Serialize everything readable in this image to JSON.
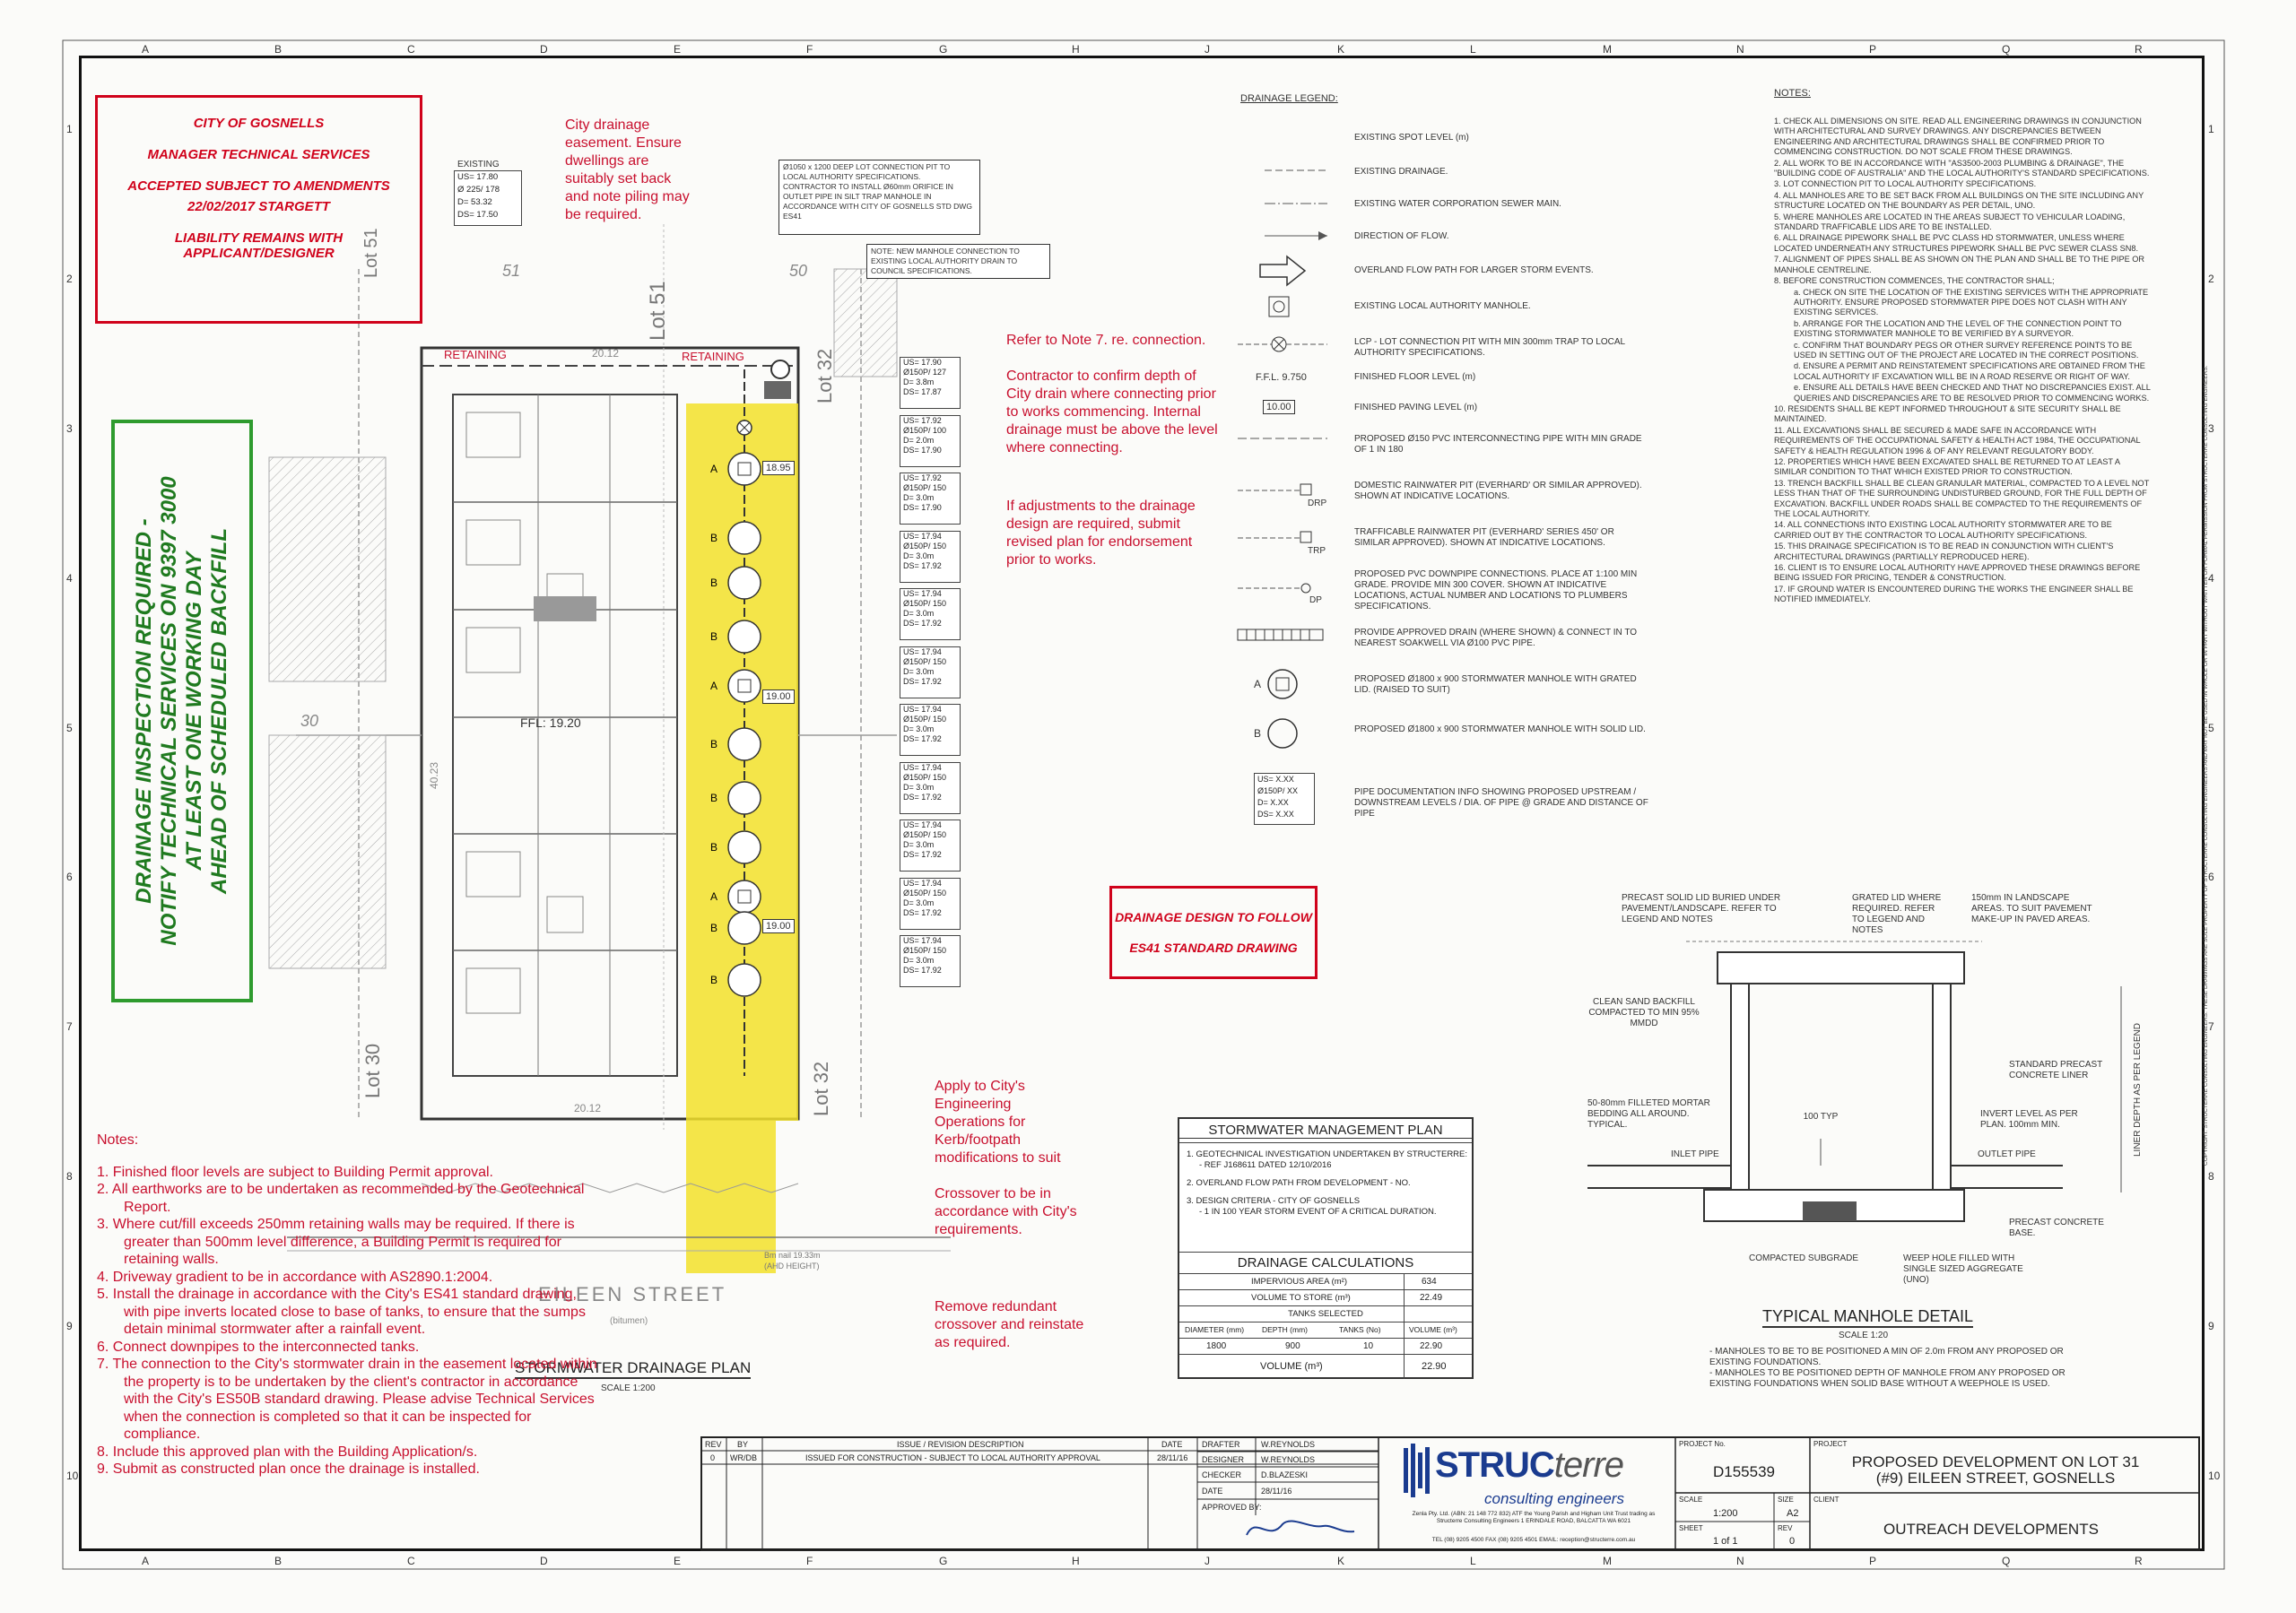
{
  "grid": {
    "cols": [
      "A",
      "B",
      "C",
      "D",
      "E",
      "F",
      "G",
      "H",
      "J",
      "K",
      "L",
      "M",
      "N",
      "P",
      "Q",
      "R"
    ],
    "rows": [
      "1",
      "2",
      "3",
      "4",
      "5",
      "6",
      "7",
      "8",
      "9",
      "10"
    ]
  },
  "approval_stamp": {
    "line1": "CITY OF GOSNELLS",
    "line2": "MANAGER TECHNICAL SERVICES",
    "line3": "ACCEPTED SUBJECT TO AMENDMENTS",
    "line4": "22/02/2017 STARGETT",
    "line5": "LIABILITY REMAINS WITH APPLICANT/DESIGNER"
  },
  "inspection_box": {
    "line1": "DRAINAGE INSPECTION REQUIRED -",
    "line2": "NOTIFY TECHNICAL SERVICES ON 9397 3000",
    "line3": "AT LEAST ONE WORKING DAY",
    "line4": "AHEAD OF SCHEDULED BACKFILL"
  },
  "existing_box": {
    "title": "EXISTING",
    "rows": [
      "US= 17.80",
      "Ø 225/ 178",
      "D= 53.32",
      "DS= 17.50"
    ]
  },
  "easement_note": "City drainage easement. Ensure dwellings are suitably set back and note piling may be required.",
  "lcp_note": "Ø1050 x 1200 DEEP LOT CONNECTION PIT TO LOCAL AUTHORITY SPECIFICATIONS. CONTRACTOR TO INSTALL Ø60mm ORIFICE IN OUTLET PIPE IN SILT TRAP MANHOLE IN ACCORDANCE WITH CITY OF GOSNELLS STD DWG ES41",
  "manhole_note": "NOTE: NEW MANHOLE CONNECTION TO EXISTING LOCAL AUTHORITY DRAIN TO COUNCIL SPECIFICATIONS.",
  "red_notes_right": {
    "n1": "Refer to Note 7. re. connection.",
    "n2": "Contractor to confirm depth of City drain where connecting prior to works commencing. Internal drainage must be above the level where connecting.",
    "n3": "If adjustments to the drainage design are required, submit revised plan for endorsement prior to works.",
    "n4": "Apply to City's Engineering Operations for Kerb/footpath modifications to suit",
    "n5": "Crossover to be in accordance with City's requirements.",
    "n6": "Remove redundant crossover and reinstate as required."
  },
  "plan_labels": {
    "lot51a": "Lot 51",
    "lot51b": "Lot 51",
    "lot32a": "Lot 32",
    "lot32b": "Lot 32",
    "lot30": "Lot 30",
    "n51": "51",
    "n50": "50",
    "n30": "30",
    "retaining1": "RETAINING",
    "retaining2": "RETAINING",
    "ffl": "FFL: 19.20",
    "street": "EILEEN STREET",
    "bitumen": "(bitumen)",
    "dim_top": "20.12",
    "dim_bot": "20.12",
    "dim_side": "40.23",
    "lvl1": "18.95",
    "lvl2": "19.00",
    "lvl3": "19.00",
    "lvl_lbl_a": "A",
    "lvl_lbl_b": "B",
    "bm": "Bm nail 19.33m (AHD HEIGHT)"
  },
  "pipe_boxes": [
    [
      "US= 17.90",
      "Ø150P/ 127",
      "D= 3.8m",
      "DS= 17.87"
    ],
    [
      "US= 17.92",
      "Ø150P/ 100",
      "D= 2.0m",
      "DS= 17.90"
    ],
    [
      "US= 17.92",
      "Ø150P/ 150",
      "D= 3.0m",
      "DS= 17.90"
    ],
    [
      "US= 17.94",
      "Ø150P/ 150",
      "D= 3.0m",
      "DS= 17.92"
    ],
    [
      "US= 17.94",
      "Ø150P/ 150",
      "D= 3.0m",
      "DS= 17.92"
    ],
    [
      "US= 17.94",
      "Ø150P/ 150",
      "D= 3.0m",
      "DS= 17.92"
    ],
    [
      "US= 17.94",
      "Ø150P/ 150",
      "D= 3.0m",
      "DS= 17.92"
    ],
    [
      "US= 17.94",
      "Ø150P/ 150",
      "D= 3.0m",
      "DS= 17.92"
    ],
    [
      "US= 17.94",
      "Ø150P/ 150",
      "D= 3.0m",
      "DS= 17.92"
    ],
    [
      "US= 17.94",
      "Ø150P/ 150",
      "D= 3.0m",
      "DS= 17.92"
    ],
    [
      "US= 17.94",
      "Ø150P/ 150",
      "D= 3.0m",
      "DS= 17.92"
    ]
  ],
  "plan_title": "STORMWATER DRAINAGE PLAN",
  "plan_scale": "SCALE 1:200",
  "bottom_notes": {
    "heading": "Notes:",
    "items": [
      "1.   Finished floor levels are subject to Building Permit approval.",
      "2.   All earthworks are to be undertaken as recommended by the Geotechnical Report.",
      "3.   Where cut/fill exceeds 250mm retaining walls may be required. If there is greater than 500mm level difference, a Building Permit is required for retaining walls.",
      "4.   Driveway gradient to be in accordance with AS2890.1:2004.",
      "5.   Install the drainage in accordance with the City's ES41 standard drawing, with pipe inverts located close to base of tanks, to ensure that the sumps detain minimal stormwater after a rainfall event.",
      "6.   Connect downpipes to the interconnected tanks.",
      "7.   The connection to the City's stormwater drain in the easement located within the property is to be undertaken by the client's contractor in accordance with the City's ES50B standard drawing. Please advise Technical Services when the connection is completed so that it can be inspected for compliance.",
      "8.   Include this approved plan with the Building Application/s.",
      "9.   Submit as constructed plan once the drainage is installed."
    ]
  },
  "legend": {
    "title": "DRAINAGE LEGEND:",
    "items": [
      "EXISTING SPOT LEVEL (m)",
      "EXISTING DRAINAGE.",
      "EXISTING WATER CORPORATION SEWER MAIN.",
      "DIRECTION OF FLOW.",
      "OVERLAND FLOW PATH FOR LARGER STORM EVENTS.",
      "EXISTING LOCAL AUTHORITY MANHOLE.",
      "LCP - LOT CONNECTION PIT WITH MIN 300mm TRAP TO LOCAL AUTHORITY SPECIFICATIONS.",
      "FINISHED FLOOR LEVEL (m)",
      "FINISHED PAVING LEVEL (m)",
      "PROPOSED Ø150 PVC INTERCONNECTING PIPE WITH MIN GRADE OF 1 IN 180",
      "DOMESTIC RAINWATER PIT (EVERHARD' OR SIMILAR APPROVED). SHOWN AT INDICATIVE LOCATIONS.",
      "TRAFFICABLE RAINWATER PIT (EVERHARD' SERIES 450' OR SIMILAR APPROVED). SHOWN AT INDICATIVE LOCATIONS.",
      "PROPOSED PVC DOWNPIPE CONNECTIONS. PLACE AT 1:100 MIN GRADE. PROVIDE MIN 300 COVER. SHOWN AT INDICATIVE LOCATIONS, ACTUAL NUMBER AND LOCATIONS TO PLUMBERS SPECIFICATIONS.",
      "PROVIDE APPROVED DRAIN (WHERE SHOWN) & CONNECT IN TO NEAREST SOAKWELL VIA Ø100 PVC PIPE.",
      "PROPOSED Ø1800 x 900 STORMWATER MANHOLE WITH GRATED LID. (RAISED TO SUIT)",
      "PROPOSED Ø1800 x 900 STORMWATER MANHOLE WITH SOLID LID.",
      "PIPE DOCUMENTATION INFO SHOWING PROPOSED UPSTREAM / DOWNSTREAM LEVELS / DIA. OF PIPE @ GRADE AND DISTANCE OF PIPE"
    ],
    "ffl_sym": "F.F.L. 9.750",
    "fpl_sym": "10.00",
    "drp": "DRP",
    "trp": "TRP",
    "dp": "DP",
    "sym_a": "A",
    "sym_b": "B",
    "pipe_sample": [
      "US= X.XX",
      "Ø150P/ XX",
      "D= X.XX",
      "DS= X.XX"
    ]
  },
  "es41_box": {
    "line1": "DRAINAGE DESIGN TO FOLLOW",
    "line2": "ES41 STANDARD DRAWING"
  },
  "notes_right": {
    "title": "NOTES:",
    "items": [
      "1.   CHECK ALL DIMENSIONS ON SITE. READ ALL ENGINEERING DRAWINGS IN CONJUNCTION WITH ARCHITECTURAL AND SURVEY DRAWINGS. ANY DISCREPANCIES BETWEEN ENGINEERING AND ARCHITECTURAL DRAWINGS SHALL BE CONFIRMED PRIOR TO COMMENCING CONSTRUCTION. DO NOT SCALE FROM THESE DRAWINGS.",
      "2.   ALL WORK TO BE IN ACCORDANCE WITH \"AS3500-2003 PLUMBING & DRAINAGE\", THE \"BUILDING CODE OF AUSTRALIA\" AND THE LOCAL AUTHORITY'S STANDARD SPECIFICATIONS.",
      "3.   LOT CONNECTION PIT TO LOCAL AUTHORITY SPECIFICATIONS.",
      "4.   ALL MANHOLES ARE TO BE SET BACK FROM ALL BUILDINGS ON THE SITE INCLUDING ANY STRUCTURE LOCATED ON THE BOUNDARY AS PER DETAIL, UNO.",
      "5.   WHERE MANHOLES ARE LOCATED IN THE AREAS SUBJECT TO VEHICULAR LOADING, STANDARD TRAFFICABLE LIDS ARE TO BE INSTALLED.",
      "6.   ALL DRAINAGE PIPEWORK SHALL BE PVC CLASS HD STORMWATER, UNLESS WHERE LOCATED UNDERNEATH ANY STRUCTURES PIPEWORK SHALL BE PVC SEWER CLASS SN8.",
      "7.   ALIGNMENT OF PIPES SHALL BE AS SHOWN ON THE PLAN AND SHALL BE TO THE PIPE OR MANHOLE CENTRELINE.",
      "8.   BEFORE CONSTRUCTION COMMENCES, THE CONTRACTOR SHALL;",
      "a.   CHECK ON SITE THE LOCATION OF THE EXISTING SERVICES WITH THE APPROPRIATE AUTHORITY. ENSURE PROPOSED STORMWATER PIPE DOES NOT CLASH WITH ANY EXISTING SERVICES.",
      "b.   ARRANGE FOR THE LOCATION AND THE LEVEL OF THE CONNECTION POINT TO EXISTING STORMWATER MANHOLE TO BE VERIFIED BY A SURVEYOR.",
      "c.   CONFIRM THAT BOUNDARY PEGS OR OTHER SURVEY REFERENCE POINTS TO BE USED IN SETTING OUT OF THE PROJECT ARE LOCATED IN THE CORRECT POSITIONS.",
      "d.   ENSURE A PERMIT AND REINSTATEMENT SPECIFICATIONS ARE OBTAINED FROM THE LOCAL AUTHORITY IF EXCAVATION WILL BE IN A ROAD RESERVE OR RIGHT OF WAY.",
      "e.   ENSURE ALL DETAILS HAVE BEEN CHECKED AND THAT NO DISCREPANCIES EXIST. ALL QUERIES AND DISCREPANCIES ARE TO BE RESOLVED PRIOR TO COMMENCING WORKS.",
      "10.  RESIDENTS SHALL BE KEPT INFORMED THROUGHOUT & SITE SECURITY SHALL BE MAINTAINED.",
      "11.  ALL EXCAVATIONS SHALL BE SECURED & MADE SAFE IN ACCORDANCE WITH REQUIREMENTS OF THE OCCUPATIONAL SAFETY & HEALTH ACT 1984, THE OCCUPATIONAL SAFETY & HEALTH REGULATION 1996 & OF ANY RELEVANT REGULATORY BODY.",
      "12.  PROPERTIES WHICH HAVE BEEN EXCAVATED SHALL BE RETURNED TO AT LEAST A SIMILAR CONDITION TO THAT WHICH EXISTED PRIOR TO CONSTRUCTION.",
      "13.  TRENCH BACKFILL SHALL BE CLEAN GRANULAR MATERIAL, COMPACTED TO A LEVEL NOT LESS THAN THAT OF THE SURROUNDING UNDISTURBED GROUND, FOR THE FULL DEPTH OF EXCAVATION. BACKFILL UNDER ROADS SHALL BE COMPACTED TO THE REQUIREMENTS OF THE LOCAL AUTHORITY.",
      "14.  ALL CONNECTIONS INTO EXISTING LOCAL AUTHORITY STORMWATER ARE TO BE CARRIED OUT BY THE CONTRACTOR TO LOCAL AUTHORITY SPECIFICATIONS.",
      "15.  THIS DRAINAGE SPECIFICATION IS TO BE READ IN CONJUNCTION WITH CLIENT'S ARCHITECTURAL DRAWINGS (PARTIALLY REPRODUCED HERE).",
      "16.  CLIENT IS TO ENSURE LOCAL AUTHORITY HAVE APPROVED THESE DRAWINGS BEFORE BEING ISSUED FOR PRICING, TENDER & CONSTRUCTION.",
      "17.  IF GROUND WATER IS ENCOUNTERED DURING THE WORKS THE ENGINEER SHALL BE NOTIFIED IMMEDIATELY."
    ]
  },
  "manhole_detail": {
    "title": "TYPICAL MANHOLE DETAIL",
    "scale": "SCALE 1:20",
    "labels": {
      "precast_lid": "PRECAST SOLID LID BURIED UNDER PAVEMENT/LANDSCAPE. REFER TO LEGEND AND NOTES",
      "grated_lid": "GRATED LID WHERE REQUIRED. REFER TO LEGEND AND NOTES",
      "landscape": "150mm IN LANDSCAPE AREAS. TO SUIT PAVEMENT MAKE-UP IN PAVED AREAS.",
      "sand": "CLEAN SAND BACKFILL COMPACTED TO MIN 95% MMDD",
      "liner": "STANDARD PRECAST CONCRETE LINER",
      "mortar": "50-80mm FILLETED MORTAR BEDDING ALL AROUND. TYPICAL.",
      "typ": "100 TYP",
      "invert": "INVERT LEVEL AS PER PLAN. 100mm MIN.",
      "inlet": "INLET PIPE",
      "outlet": "OUTLET PIPE",
      "depth": "LINER DEPTH AS PER LEGEND",
      "base": "PRECAST CONCRETE BASE.",
      "subgrade": "COMPACTED SUBGRADE",
      "weep": "WEEP HOLE FILLED WITH SINGLE SIZED AGGREGATE (UNO)"
    },
    "notes": [
      "- MANHOLES TO BE TO BE POSITIONED A MIN OF 2.0m FROM ANY PROPOSED OR EXISTING FOUNDATIONS.",
      "- MANHOLES TO BE POSITIONED DEPTH OF MANHOLE FROM ANY PROPOSED OR EXISTING FOUNDATIONS WHEN SOLID BASE WITHOUT A WEEPHOLE IS USED."
    ]
  },
  "mgmt": {
    "title": "STORMWATER MANAGEMENT PLAN",
    "l1": "1.   GEOTECHNICAL INVESTIGATION UNDERTAKEN BY STRUCTERRE:",
    "l1b": "- REF    J168611        DATED      12/10/2016",
    "l2": "2.   OVERLAND FLOW PATH FROM DEVELOPMENT -   NO.",
    "l3": "3.   DESIGN CRITERIA -    CITY OF GOSNELLS",
    "l3b": "- 1 IN 100 YEAR STORM EVENT OF A CRITICAL DURATION.",
    "calc_title": "DRAINAGE CALCULATIONS",
    "impervious_lbl": "IMPERVIOUS AREA (m²)",
    "impervious": "634",
    "volume_lbl": "VOLUME TO STORE (m³)",
    "volume": "22.49",
    "tanks_title": "TANKS SELECTED",
    "cols": [
      "DIAMETER (mm)",
      "DEPTH (mm)",
      "TANKS (No)",
      "VOLUME (m³)"
    ],
    "row": [
      "1800",
      "900",
      "10",
      "22.90"
    ],
    "total_lbl": "VOLUME (m³)",
    "total": "22.90"
  },
  "title_block": {
    "rev_h": "REV",
    "by_h": "BY",
    "issue_h": "ISSUE / REVISION DESCRIPTION",
    "date_h": "DATE",
    "rev": "0",
    "by": "WR/DB",
    "issue": "ISSUED FOR CONSTRUCTION - SUBJECT TO LOCAL AUTHORITY APPROVAL",
    "date": "28/11/16",
    "drafter_l": "DRAFTER",
    "drafter": "W.REYNOLDS",
    "designer_l": "DESIGNER",
    "designer": "W.REYNOLDS",
    "checker_l": "CHECKER",
    "checker": "D.BLAZESKI",
    "datel": "DATE",
    "dateval": "28/11/16",
    "approved_l": "APPROVED BY:",
    "company_a": "STRUC",
    "company_b": "terre",
    "company_sub": "consulting engineers",
    "company_fine": "Zenla Pty. Ltd. (ABN: 21 148 772 832) ATF the Young Parish and Higham Unit Trust trading as Structerre Consulting Engineers 1 ERINDALE ROAD, BALCATTA WA 6021",
    "company_contact": "TEL (08) 9205 4500   FAX (08) 9205 4501   EMAIL: reception@structerre.com.au",
    "project_no_l": "PROJECT No.",
    "project_no": "D155539",
    "project_l": "PROJECT",
    "project": "PROPOSED DEVELOPMENT ON LOT 31 (#9) EILEEN STREET, GOSNELLS",
    "scale_l": "SCALE",
    "scale": "1:200",
    "size_l": "SIZE",
    "size": "A2",
    "client_l": "CLIENT",
    "client": "OUTREACH DEVELOPMENTS",
    "sheet_l": "SHEET",
    "sheet": "1 of 1",
    "rev2_l": "REV",
    "rev2": "0"
  },
  "copyright": "COPYRIGHT: STRUCTERRE CONSULTING ENGINEERS. THESE DRAWINGS ARE SOLE PROPERTY OF STRUCTERRE CONSULTING ENGINEERS AND MAY NOT BE USED IN WHOLE OR IN PART WITHOUT WRITTEN OR FORMAL PERMISSION FROM STRUCTERRE CONSULTING ENGINEERS.",
  "colors": {
    "stamp_red": "#d0021b",
    "green": "#2e9b2e",
    "yellow": "#f2e12a"
  }
}
